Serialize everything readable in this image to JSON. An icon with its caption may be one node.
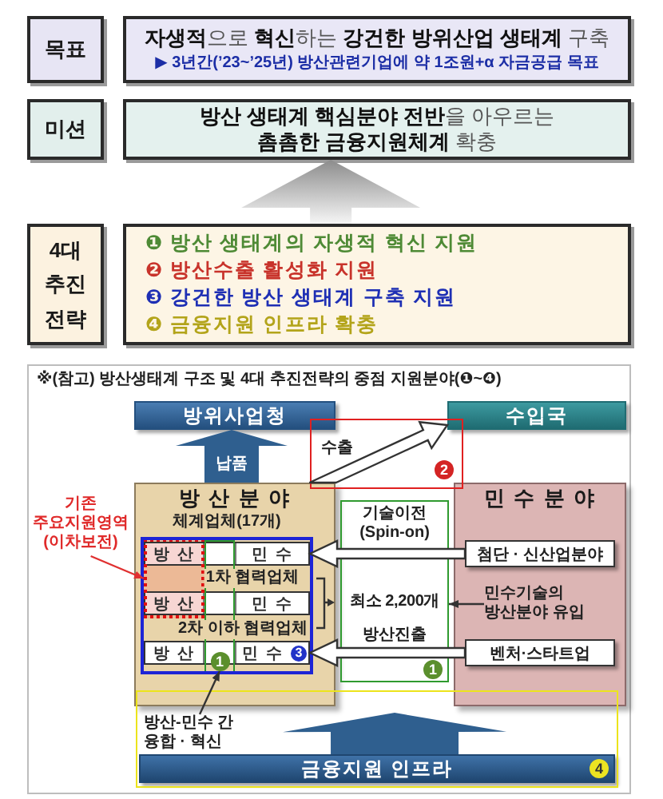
{
  "diagram": {
    "nodes": [
      {
        "text": [
          "목표"
        ]
      },
      {
        "text": [
          "**자생적**으로 **혁신**하는 **강건한 방위산업 생태계** 구축",
          "▶ 3년간(’23~’25년) 방산관련기업에 약 1조원+α 자금공급 목표"
        ]
      },
      {
        "text": [
          "미션"
        ]
      },
      {
        "text": [
          "**방산 생태계 핵심분야 전반**을 아우르는 **촘촘한 금융지원체계** 확충"
        ]
      },
      {
        "text": [
          "4대 추진 전략"
        ]
      },
      {
        "text": [
          "❶ 방산 생태계의 자생적 혁신 지원",
          "❷ 방산수출 활성화 지원",
          "❸ 강건한 방산 생태계 구축 지원",
          "❹ 금융지원 인프라 확충"
        ]
      },
      {
        "text": [
          "※(참고) 방산생태계 구조 및 4대 추진전략의 중점 지원분야(❶~❹)"
        ]
      },
      {
        "text": [
          "방위사업청"
        ],
        "in": 6
      },
      {
        "text": [
          "수입국"
        ],
        "in": 6
      },
      {
        "text": [
          "방 산 분 야",
          "체계업체(17개)"
        ],
        "in": 6
      },
      {
        "text": [
          "기존 주요지원영역 (이차보전)"
        ],
        "in": 6
      },
      {
        "text": [],
        "shape": "box",
        "in": 6
      },
      {
        "text": [
          "2"
        ],
        "in": 11
      },
      {
        "text": [
          "1차 협력업체",
          "2차 이하 협력업체"
        ],
        "in": 9
      },
      {
        "text": [],
        "shape": "box",
        "in": 13
      },
      {
        "text": [
          "방 산",
          "민 수"
        ],
        "in": 13
      },
      {
        "text": [
          "방 산",
          "민 수"
        ],
        "in": 13
      },
      {
        "text": [
          "방 산",
          "민 수"
        ],
        "in": 13
      },
      {
        "text": [
          "3"
        ],
        "in": 17
      },
      {
        "text": [],
        "shape": "box",
        "in": 13
      },
      {
        "text": [
          "1"
        ],
        "in": 19
      },
      {
        "text": [],
        "shape": "box",
        "in": 6
      },
      {
        "text": [
          "1"
        ],
        "in": 21
      },
      {
        "text": [
          "민 수 분 야"
        ],
        "in": 6
      },
      {
        "text": [
          "첨단 · 신산업분야"
        ],
        "in": 23
      },
      {
        "text": [
          "민수기술의 방산분야 유입"
        ],
        "in": 23
      },
      {
        "text": [
          "벤처·스타트업"
        ],
        "in": 23
      },
      {
        "text": [],
        "shape": "box",
        "in": 6
      },
      {
        "text": [
          "방산-민수 간 융합 · 혁신"
        ],
        "in": 27
      },
      {
        "text": [
          "금융지원 인프라"
        ],
        "in": 27
      },
      {
        "text": [
          "4"
        ],
        "in": 29
      }
    ],
    "edges": [
      {
        "from": 5,
        "to": 3,
        "arrow": "to",
        "style": "thick",
        "color": "#8c8c8c"
      },
      {
        "from": 9,
        "to": 7,
        "arrow": "to",
        "label": "납품",
        "style": "thick",
        "color": "#2f5f8f"
      },
      {
        "from": 9,
        "to": 8,
        "arrow": "to",
        "label": "수출",
        "style": "thick"
      },
      {
        "from": 24,
        "to": 15,
        "arrow": "to",
        "label": "기술이전 (Spin-on)",
        "style": "thick"
      },
      {
        "from": 26,
        "to": 17,
        "arrow": "to",
        "label": "방산진출",
        "style": "thick"
      },
      {
        "from": 10,
        "to": 14,
        "arrow": "to",
        "color": "#e03030"
      },
      {
        "from": 25,
        "to": 21,
        "arrow": "to"
      },
      {
        "from": 29,
        "to": null,
        "arrow": "to",
        "style": "thick",
        "color": "#2f5f8f"
      },
      {
        "from": 28,
        "to": 20,
        "arrow": "to"
      }
    ],
    "labels": [
      "최소 2,200개"
    ]
  }
}
